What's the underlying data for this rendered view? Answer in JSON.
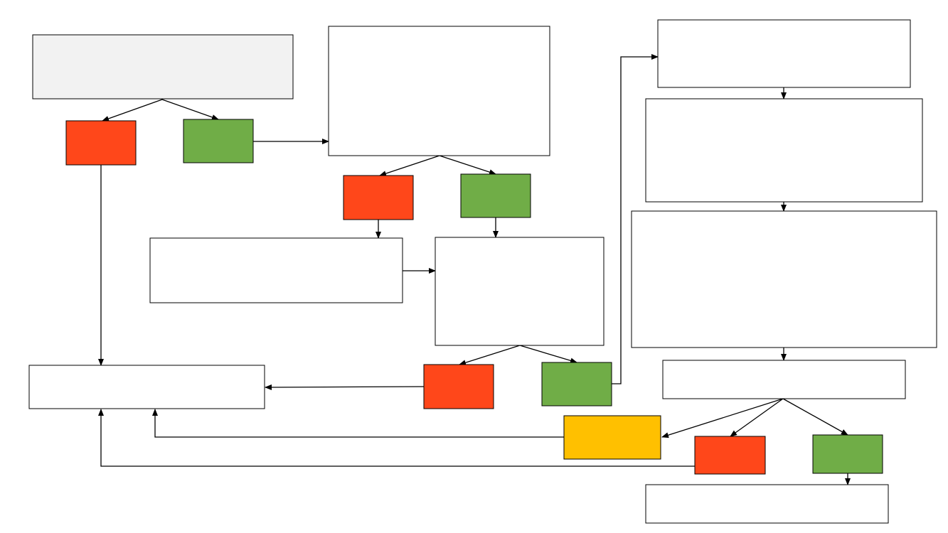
{
  "diagram": {
    "type": "flowchart",
    "has_text_labels": false,
    "colors": {
      "outline": "#000000",
      "background": "#ffffff",
      "start_box": "#f2f2f2",
      "step_box": "#ffffff",
      "no_outcome": "#ff471a",
      "yes_outcome": "#70ad47",
      "partial_outcome": "#ffc000",
      "connector": "#000000"
    },
    "node_kinds": [
      "start",
      "step",
      "no",
      "yes",
      "partial"
    ],
    "outcome_legend_by_color": {
      "red": "no",
      "green": "yes",
      "yellow": "partial"
    }
  }
}
